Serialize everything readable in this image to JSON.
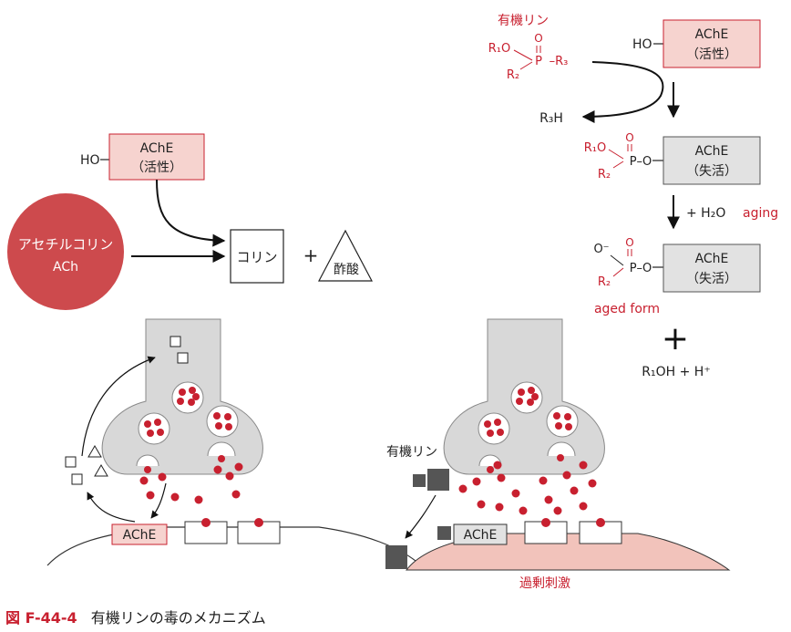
{
  "caption": {
    "number": "図 F-44-4",
    "title": "有機リンの毒のメカニズム"
  },
  "left": {
    "ho": "HO",
    "ache_name": "AChE",
    "ache_state": "（活性）",
    "ach_name": "アセチルコリン",
    "ach_abbr": "ACh",
    "choline": "コリン",
    "plus": "+",
    "acetic_acid": "酢酸",
    "synapse_ache": "AChE"
  },
  "right": {
    "op_label": "有機リン",
    "r1o": "R₁O",
    "o": "O",
    "p": "P",
    "r3": "–R₃",
    "r2": "R₂",
    "ho": "HO",
    "ache_name": "AChE",
    "ache_active": "（活性）",
    "r3h": "R₃H",
    "ache_inactive": "（失活）",
    "p_o": "P–O",
    "h2o": "+ H₂O",
    "aging": "aging",
    "o_minus": "O⁻",
    "aged_form": "aged form",
    "plus": "+",
    "products": "R₁OH + H⁺",
    "synapse_op": "有機リン",
    "synapse_ache": "AChE",
    "overstim": "過剰刺激"
  },
  "colors": {
    "red": "#c8202f",
    "pink": "#f6d3cf",
    "gray": "#e2e2e2",
    "dark": "#555555"
  }
}
